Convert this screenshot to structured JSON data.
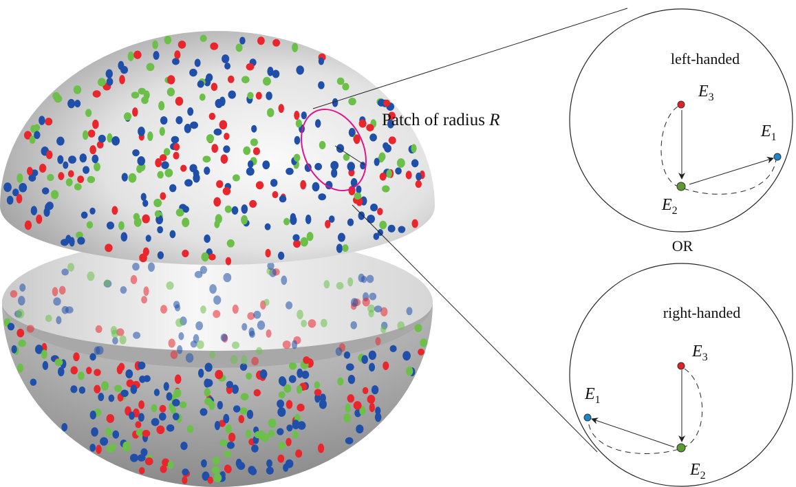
{
  "patch_label": {
    "text": "Patch of radius ",
    "var": "R"
  },
  "or_label": "OR",
  "left_panel": {
    "title": "left-handed",
    "points": [
      {
        "name": "E",
        "sub": "3",
        "color": "#e0202a"
      },
      {
        "name": "E",
        "sub": "2",
        "color": "#5a9a30"
      },
      {
        "name": "E",
        "sub": "1",
        "color": "#1a86c8"
      }
    ]
  },
  "right_panel": {
    "title": "right-handed",
    "points": [
      {
        "name": "E",
        "sub": "3",
        "color": "#e0202a"
      },
      {
        "name": "E",
        "sub": "2",
        "color": "#5a9a30"
      },
      {
        "name": "E",
        "sub": "1",
        "color": "#1a86c8"
      }
    ]
  },
  "colors": {
    "dot_red": "#e8262c",
    "dot_green": "#6cc04a",
    "dot_blue": "#1f4fa8",
    "patch": "#e0158a"
  }
}
